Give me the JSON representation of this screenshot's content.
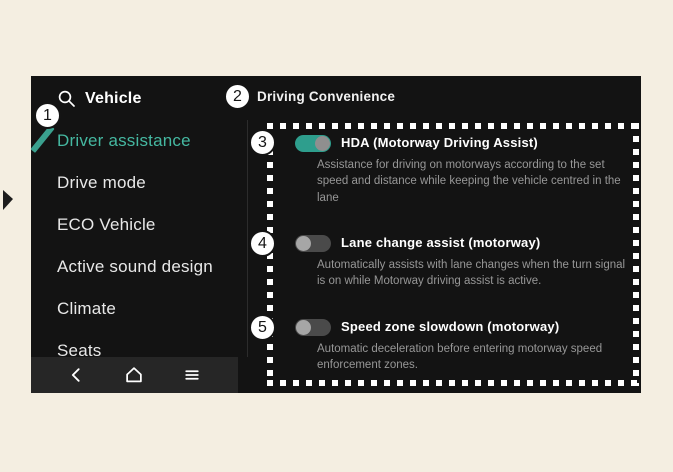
{
  "callouts": {
    "steps": [
      "1",
      "2",
      "3",
      "4",
      "5"
    ]
  },
  "sidebar": {
    "title": "Vehicle",
    "items": [
      {
        "label": "Driver assistance",
        "selected": true
      },
      {
        "label": "Drive mode",
        "selected": false
      },
      {
        "label": "ECO Vehicle",
        "selected": false
      },
      {
        "label": "Active sound design",
        "selected": false
      },
      {
        "label": "Climate",
        "selected": false
      },
      {
        "label": "Seats",
        "selected": false
      }
    ]
  },
  "content": {
    "header": "Driving Convenience",
    "settings": [
      {
        "title": "HDA (Motorway Driving Assist)",
        "description": "Assistance for driving on motorways according to the set speed and distance while keeping the vehicle centred in the lane",
        "on": true
      },
      {
        "title": "Lane change assist (motorway)",
        "description": "Automatically assists with lane changes when the turn signal is on while Motorway driving assist is active.",
        "on": false
      },
      {
        "title": "Speed zone slowdown (motorway)",
        "description": "Automatic deceleration before entering motorway speed enforcement zones.",
        "on": false
      }
    ]
  },
  "navbar": {
    "back_icon": "back-chevron",
    "home_icon": "home",
    "menu_icon": "hamburger-menu"
  },
  "colors": {
    "accent_teal": "#45b8a1",
    "toggle_on": "#2e9e8d",
    "screen_bg": "#131313",
    "page_bg": "#f4eee1"
  }
}
